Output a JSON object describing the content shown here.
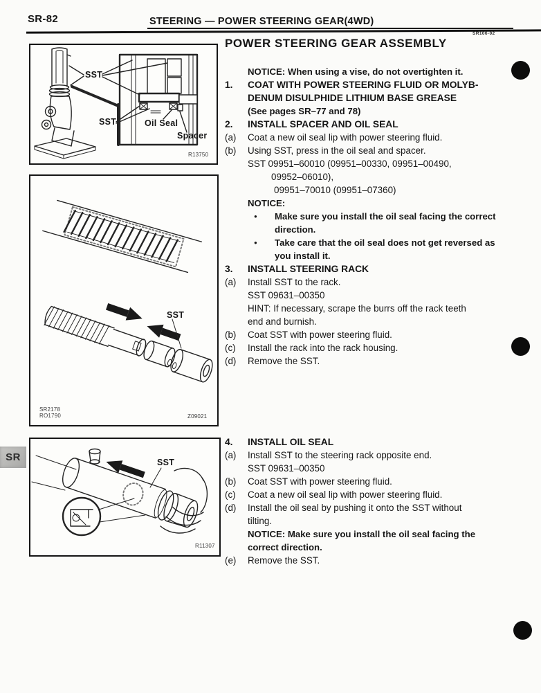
{
  "header": {
    "page_number": "SR-82",
    "title": "STEERING  —  POWER STEERING GEAR(4WD)",
    "doc_code": "SR106-02"
  },
  "side_tab": {
    "label": "SR"
  },
  "content": {
    "title": "POWER STEERING GEAR ASSEMBLY",
    "top_notice": "NOTICE: When using a vise, do not overtighten it.",
    "bullet_glyph": "●",
    "steps": [
      {
        "num": "1.",
        "heading_lines": [
          "COAT WITH POWER STEERING FLUID OR MOLYB-",
          "DENUM DISULPHIDE LITHIUM BASE GREASE"
        ],
        "see_note": "(See pages SR–77 and 78)"
      },
      {
        "num": "2.",
        "heading": "INSTALL SPACER AND OIL SEAL",
        "items": [
          {
            "label": "(a)",
            "text": "Coat a new oil seal lip with power steering fluid."
          },
          {
            "label": "(b)",
            "text": "Using SST, press in the oil seal and spacer."
          }
        ],
        "sst_lines": [
          "SST 09951–60010 (09951–00330, 09951–00490,",
          "09952–06010),",
          "09951–70010 (09951–07360)"
        ],
        "notice_label": "NOTICE:",
        "notices": [
          {
            "lines": [
              "Make sure you install the oil seal facing the correct",
              "direction."
            ]
          },
          {
            "lines": [
              "Take care that the oil seal does not get reversed as",
              "you install it."
            ]
          }
        ]
      },
      {
        "num": "3.",
        "heading": "INSTALL STEERING RACK",
        "items": [
          {
            "label": "(a)",
            "text": "Install SST to the rack."
          },
          {
            "label": "",
            "text": "SST 09631–00350"
          },
          {
            "label": "",
            "text": "HINT: If necessary, scrape the burrs off the rack teeth"
          },
          {
            "label": "",
            "text": "end and burnish."
          },
          {
            "label": "(b)",
            "text": "Coat SST with power steering fluid."
          },
          {
            "label": "(c)",
            "text": "Install the rack into the rack housing."
          },
          {
            "label": "(d)",
            "text": "Remove the SST."
          }
        ]
      },
      {
        "num": "4.",
        "heading": "INSTALL OIL SEAL",
        "items": [
          {
            "label": "(a)",
            "text": "Install SST to the steering rack opposite end."
          },
          {
            "label": "",
            "text": "SST 09631–00350"
          },
          {
            "label": "(b)",
            "text": "Coat SST with power steering fluid."
          },
          {
            "label": "(c)",
            "text": "Coat a new oil seal lip with power steering fluid."
          },
          {
            "label": "(d)",
            "text": "Install the oil seal by pushing it onto the SST without"
          },
          {
            "label": "",
            "text": "tilting."
          },
          {
            "label": "",
            "text": "NOTICE: Make sure you install the oil seal facing the"
          },
          {
            "label": "",
            "text": "correct direction."
          },
          {
            "label": "(e)",
            "text": "Remove the SST."
          }
        ]
      }
    ]
  },
  "figures": {
    "fig1": {
      "labels": {
        "sst_top": "SST",
        "sst_bottom": "SST",
        "oil_seal": "Oil Seal",
        "spacer": "Spacer"
      },
      "code": "R13750"
    },
    "fig2": {
      "labels": {
        "sst": "SST"
      },
      "codes": [
        "SR2178",
        "RO1790",
        "Z09021"
      ]
    },
    "fig3": {
      "labels": {
        "sst": "SST"
      },
      "code": "R11307"
    }
  }
}
